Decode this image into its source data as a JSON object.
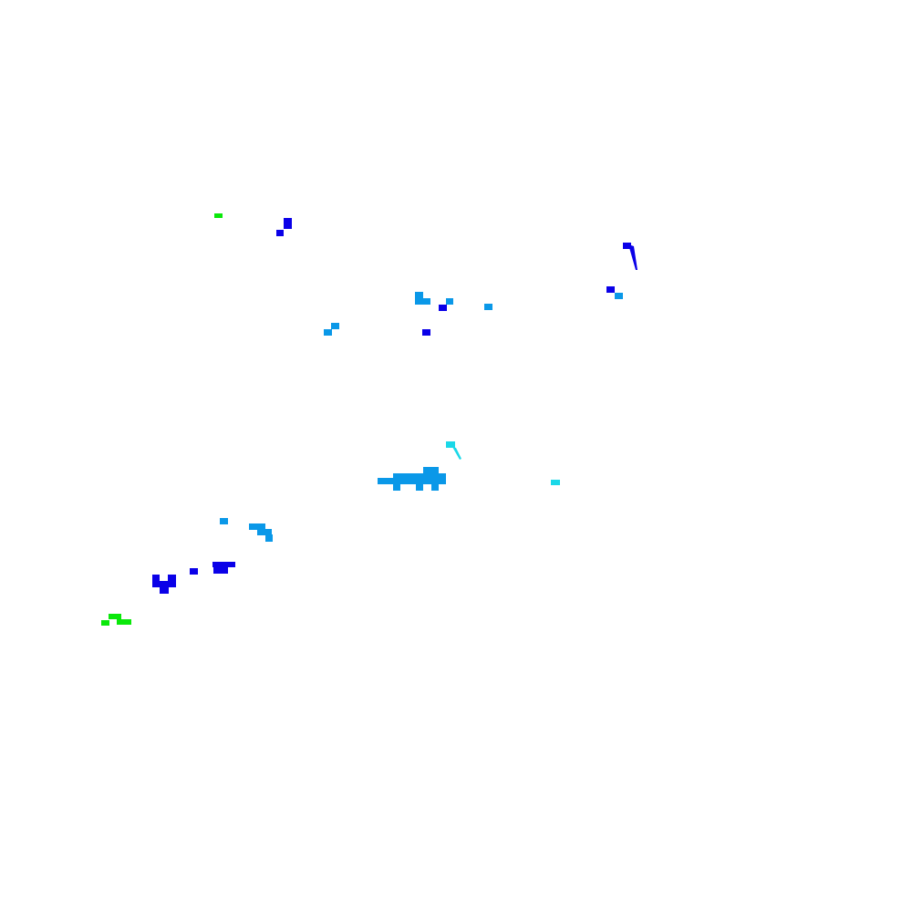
{
  "colors": {
    "background": "#ffffff",
    "blue": "#0a00e8",
    "light_blue": "#0a98e8",
    "cyan": "#1ad8e8",
    "green": "#0ae80a"
  },
  "layers": [
    {
      "name": "green-cells",
      "color_key": "green"
    },
    {
      "name": "blue-cells",
      "color_key": "blue"
    },
    {
      "name": "light-blue-cells",
      "color_key": "light_blue"
    },
    {
      "name": "cyan-cells",
      "color_key": "cyan"
    }
  ]
}
